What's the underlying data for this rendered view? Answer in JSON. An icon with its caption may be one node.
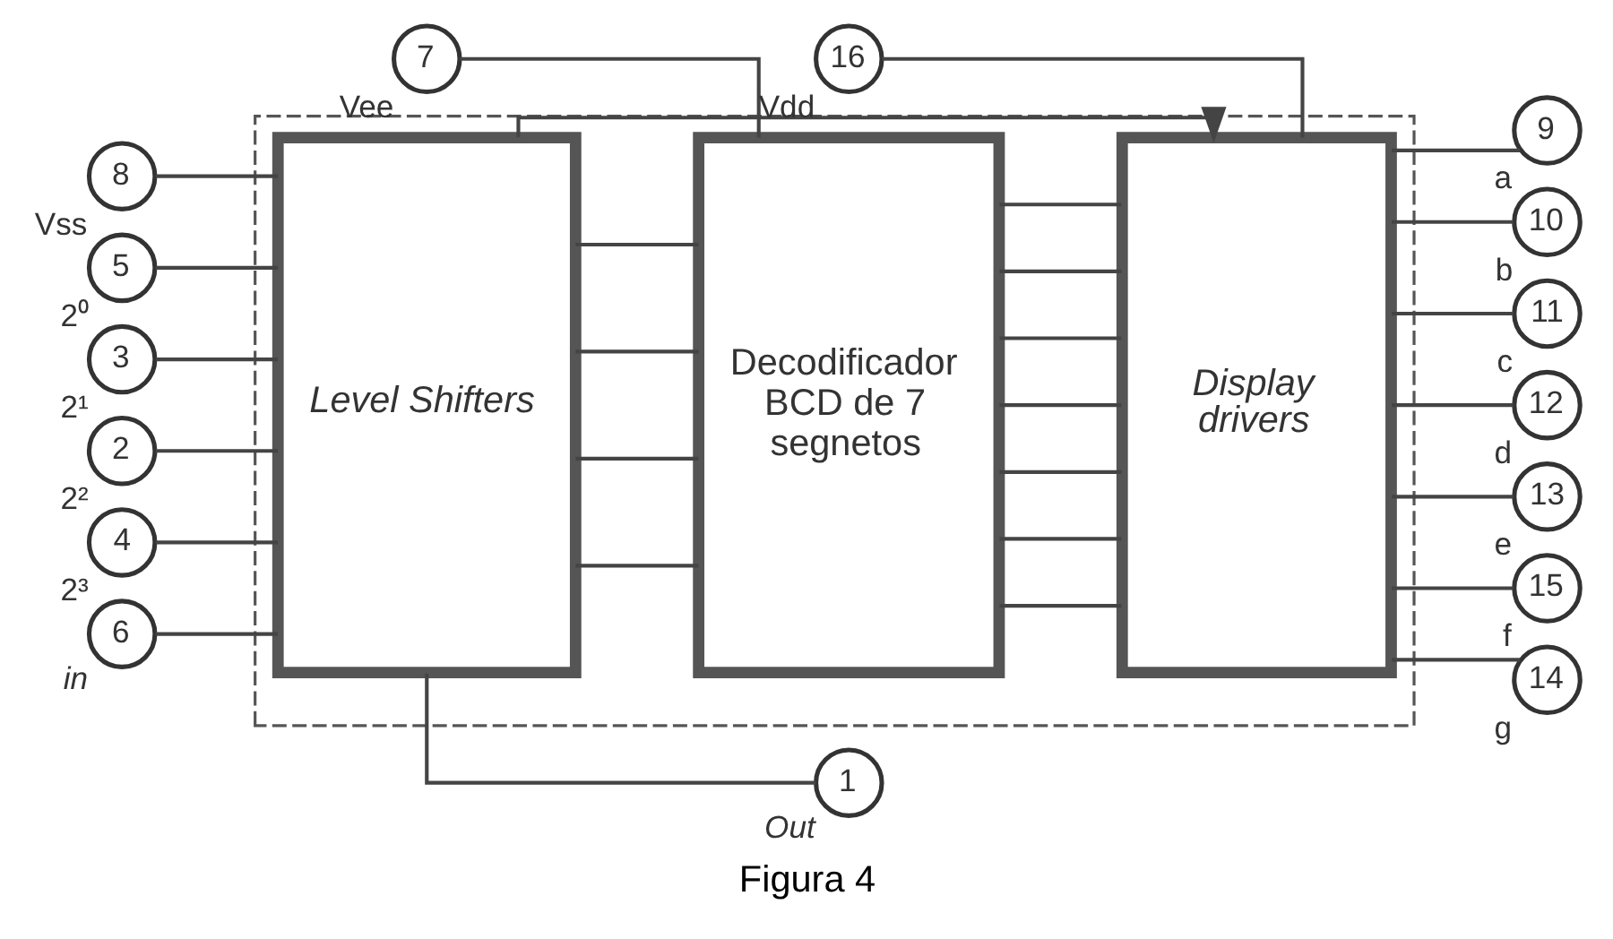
{
  "diagram": {
    "caption": "Figura 4",
    "nodes": [
      {
        "text": [],
        "shape": "box"
      },
      {
        "text": [
          "Level Shifters"
        ],
        "in": 0
      },
      {
        "text": [
          "Decodificador BCD de 7 segnetos"
        ],
        "in": 0
      },
      {
        "text": [
          "Display drivers"
        ],
        "in": 0
      },
      {
        "text": [
          "8"
        ],
        "beside": [
          "Vss"
        ]
      },
      {
        "text": [
          "7"
        ],
        "beside": [
          "Vee"
        ]
      },
      {
        "text": [
          "16"
        ],
        "beside": [
          "Vdd"
        ]
      },
      {
        "text": [
          "5"
        ],
        "beside": [
          "2⁰"
        ]
      },
      {
        "text": [
          "3"
        ],
        "beside": [
          "2¹"
        ]
      },
      {
        "text": [
          "2"
        ],
        "beside": [
          "2²"
        ]
      },
      {
        "text": [
          "4"
        ],
        "beside": [
          "2³"
        ]
      },
      {
        "text": [
          "6"
        ],
        "beside": [
          "in"
        ]
      },
      {
        "text": [
          "9"
        ],
        "beside": [
          "a"
        ]
      },
      {
        "text": [
          "10"
        ],
        "beside": [
          "b"
        ]
      },
      {
        "text": [
          "11"
        ],
        "beside": [
          "c"
        ]
      },
      {
        "text": [
          "12"
        ],
        "beside": [
          "d"
        ]
      },
      {
        "text": [
          "13"
        ],
        "beside": [
          "e"
        ]
      },
      {
        "text": [
          "15"
        ],
        "beside": [
          "f"
        ]
      },
      {
        "text": [
          "14"
        ],
        "beside": [
          "g"
        ]
      },
      {
        "text": [
          "1"
        ],
        "beside": [
          "Out"
        ]
      }
    ],
    "edges": [
      {
        "from": 7,
        "to": 1,
        "arrow": "none"
      },
      {
        "from": 8,
        "to": 1,
        "arrow": "none"
      },
      {
        "from": 9,
        "to": 1,
        "arrow": "none"
      },
      {
        "from": 10,
        "to": 1,
        "arrow": "none"
      },
      {
        "from": 11,
        "to": 1,
        "arrow": "none"
      },
      {
        "from": 4,
        "to": 1,
        "arrow": "none"
      },
      {
        "from": 5,
        "to": 2,
        "arrow": "none"
      },
      {
        "from": 6,
        "to": 3,
        "arrow": "none"
      },
      {
        "from": 1,
        "to": 2,
        "arrow": "none"
      },
      {
        "from": 1,
        "to": 2,
        "arrow": "none"
      },
      {
        "from": 1,
        "to": 2,
        "arrow": "none"
      },
      {
        "from": 1,
        "to": 2,
        "arrow": "none"
      },
      {
        "from": 2,
        "to": 3,
        "arrow": "none"
      },
      {
        "from": 2,
        "to": 3,
        "arrow": "none"
      },
      {
        "from": 2,
        "to": 3,
        "arrow": "none"
      },
      {
        "from": 2,
        "to": 3,
        "arrow": "none"
      },
      {
        "from": 2,
        "to": 3,
        "arrow": "none"
      },
      {
        "from": 2,
        "to": 3,
        "arrow": "none"
      },
      {
        "from": 2,
        "to": 3,
        "arrow": "none"
      },
      {
        "from": 3,
        "to": 12,
        "arrow": "none"
      },
      {
        "from": 3,
        "to": 13,
        "arrow": "none"
      },
      {
        "from": 3,
        "to": 14,
        "arrow": "none"
      },
      {
        "from": 3,
        "to": 15,
        "arrow": "none"
      },
      {
        "from": 3,
        "to": 16,
        "arrow": "none"
      },
      {
        "from": 3,
        "to": 17,
        "arrow": "none"
      },
      {
        "from": 3,
        "to": 18,
        "arrow": "none"
      },
      {
        "from": 1,
        "to": 19,
        "arrow": "none"
      },
      {
        "from": 1,
        "to": 3,
        "arrow": "to"
      }
    ]
  }
}
